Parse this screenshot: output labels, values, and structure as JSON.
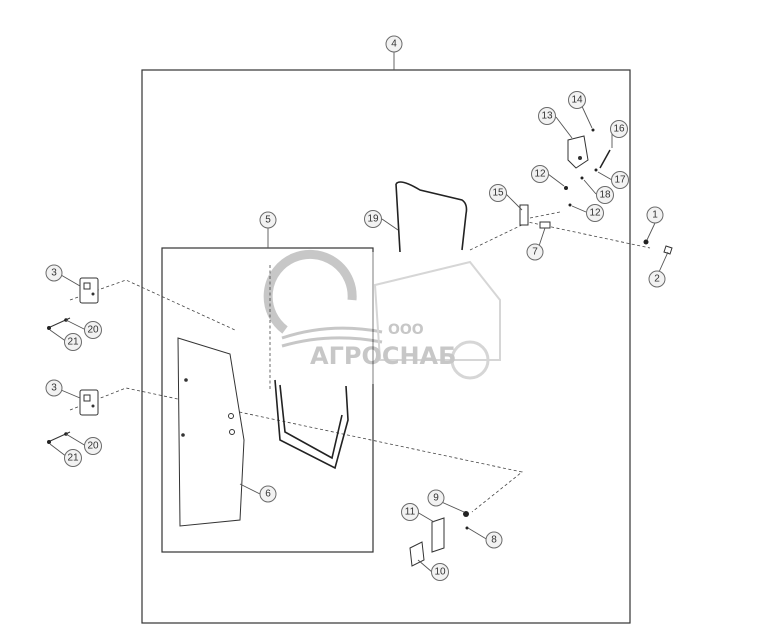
{
  "diagram": {
    "callouts": [
      {
        "id": "c4",
        "label": "4"
      },
      {
        "id": "c5",
        "label": "5"
      },
      {
        "id": "c1",
        "label": "1"
      },
      {
        "id": "c2",
        "label": "2"
      },
      {
        "id": "c3a",
        "label": "3"
      },
      {
        "id": "c3b",
        "label": "3"
      },
      {
        "id": "c6",
        "label": "6"
      },
      {
        "id": "c7",
        "label": "7"
      },
      {
        "id": "c8",
        "label": "8"
      },
      {
        "id": "c9",
        "label": "9"
      },
      {
        "id": "c10",
        "label": "10"
      },
      {
        "id": "c11",
        "label": "11"
      },
      {
        "id": "c12a",
        "label": "12"
      },
      {
        "id": "c12b",
        "label": "12"
      },
      {
        "id": "c13",
        "label": "13"
      },
      {
        "id": "c14",
        "label": "14"
      },
      {
        "id": "c15",
        "label": "15"
      },
      {
        "id": "c16",
        "label": "16"
      },
      {
        "id": "c17",
        "label": "17"
      },
      {
        "id": "c18",
        "label": "18"
      },
      {
        "id": "c19",
        "label": "19"
      },
      {
        "id": "c20a",
        "label": "20"
      },
      {
        "id": "c20b",
        "label": "20"
      },
      {
        "id": "c21a",
        "label": "21"
      },
      {
        "id": "c21b",
        "label": "21"
      }
    ]
  },
  "watermark": {
    "prefix": "ООО",
    "name": "АГРОСНАБ"
  }
}
